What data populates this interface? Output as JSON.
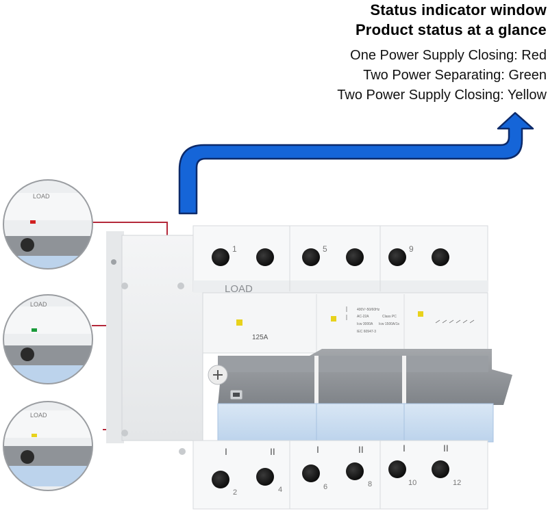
{
  "header": {
    "title": "Status indicator window",
    "subtitle": "Product status at a glance"
  },
  "status_lines": [
    "One Power Supply Closing: Red",
    "Two Power Separating: Green",
    "Two Power Supply Closing: Yellow"
  ],
  "device": {
    "load_label": "LOAD",
    "rating": "125A",
    "top_terminals": [
      "1",
      "5",
      "9"
    ],
    "bottom_terminals": [
      "2",
      "4",
      "6",
      "8",
      "10",
      "12"
    ],
    "roman_marks": [
      "I",
      "II",
      "I",
      "II",
      "I",
      "II"
    ],
    "spec_lines": [
      "400V~50/60Hz",
      "AC-22A",
      "Class PC",
      "Icw 3000A",
      "Icw 1500A/1s",
      "IEC 60947-3"
    ]
  },
  "insets": [
    {
      "label": "LOAD",
      "indicator": "red"
    },
    {
      "label": "LOAD",
      "indicator": "green"
    },
    {
      "label": "LOAD",
      "indicator": "yellow"
    }
  ],
  "colors": {
    "arrow": "#1565d8",
    "arrow_outline": "#0c2a6a",
    "connector_lines": "#b4283a",
    "indicator_red": "#d02020",
    "indicator_green": "#1a9a3a",
    "indicator_yellow": "#e8d21c",
    "shield": "#cfe0f2"
  }
}
